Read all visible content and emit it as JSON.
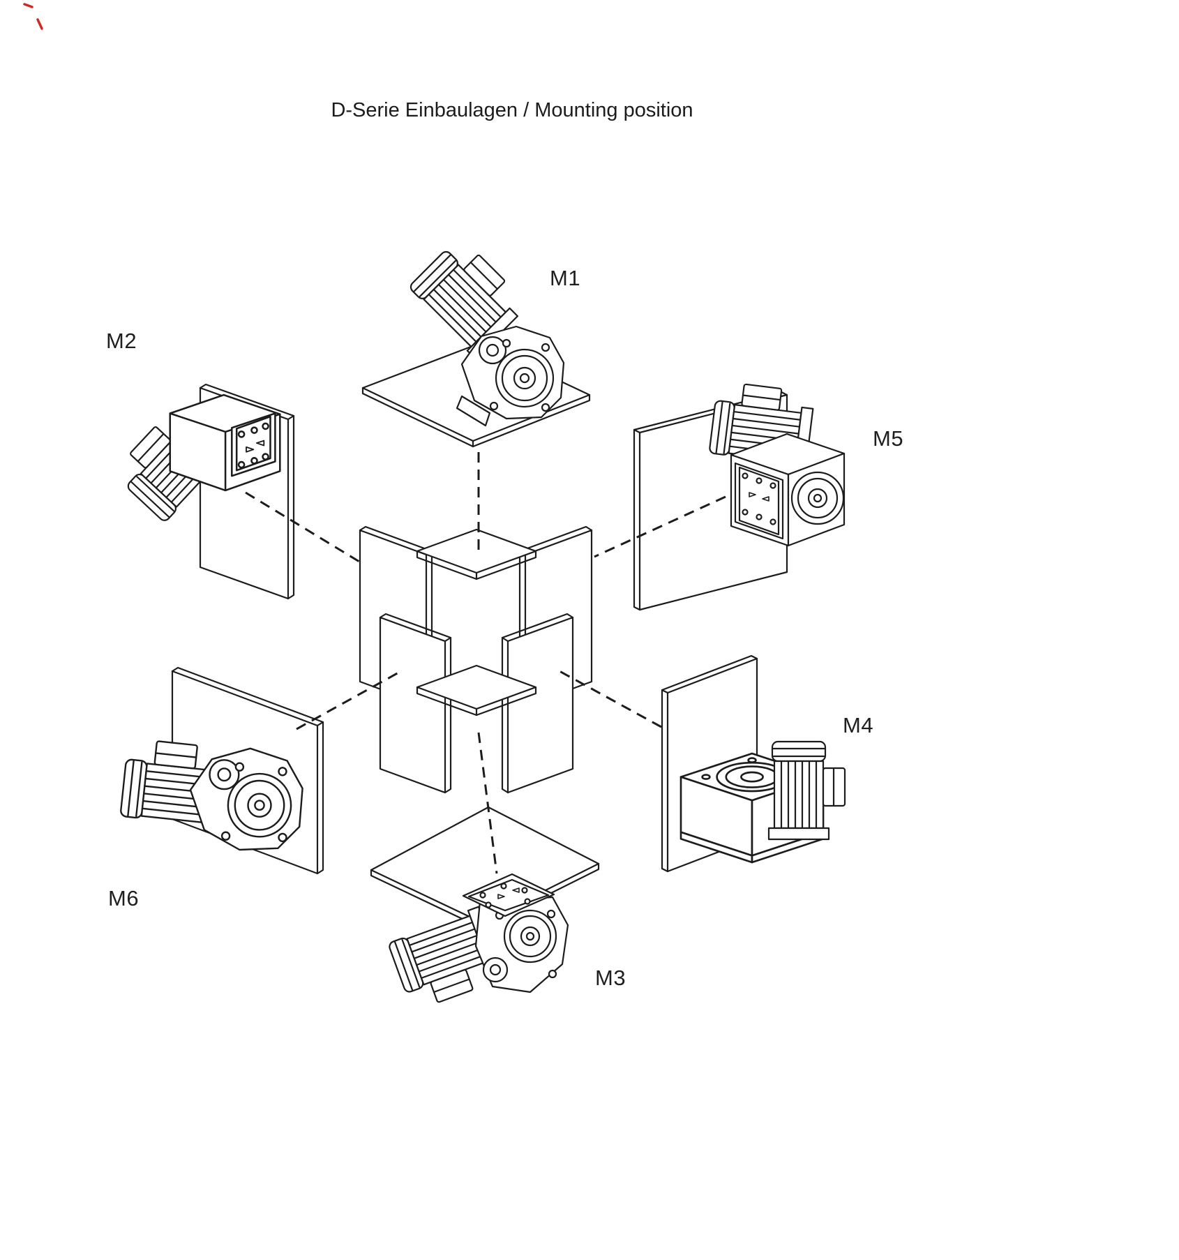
{
  "title": "D-Serie Einbaulagen / Mounting position",
  "positions": [
    {
      "id": "M1",
      "label": "M1"
    },
    {
      "id": "M2",
      "label": "M2"
    },
    {
      "id": "M3",
      "label": "M3"
    },
    {
      "id": "M4",
      "label": "M4"
    },
    {
      "id": "M5",
      "label": "M5"
    },
    {
      "id": "M6",
      "label": "M6"
    }
  ],
  "diagram": {
    "type": "mounting-position-diagram",
    "series": "D-Serie",
    "line_color": "#1c1c1c",
    "background_color": "#ffffff",
    "artifact_color": "#cf2a21"
  }
}
